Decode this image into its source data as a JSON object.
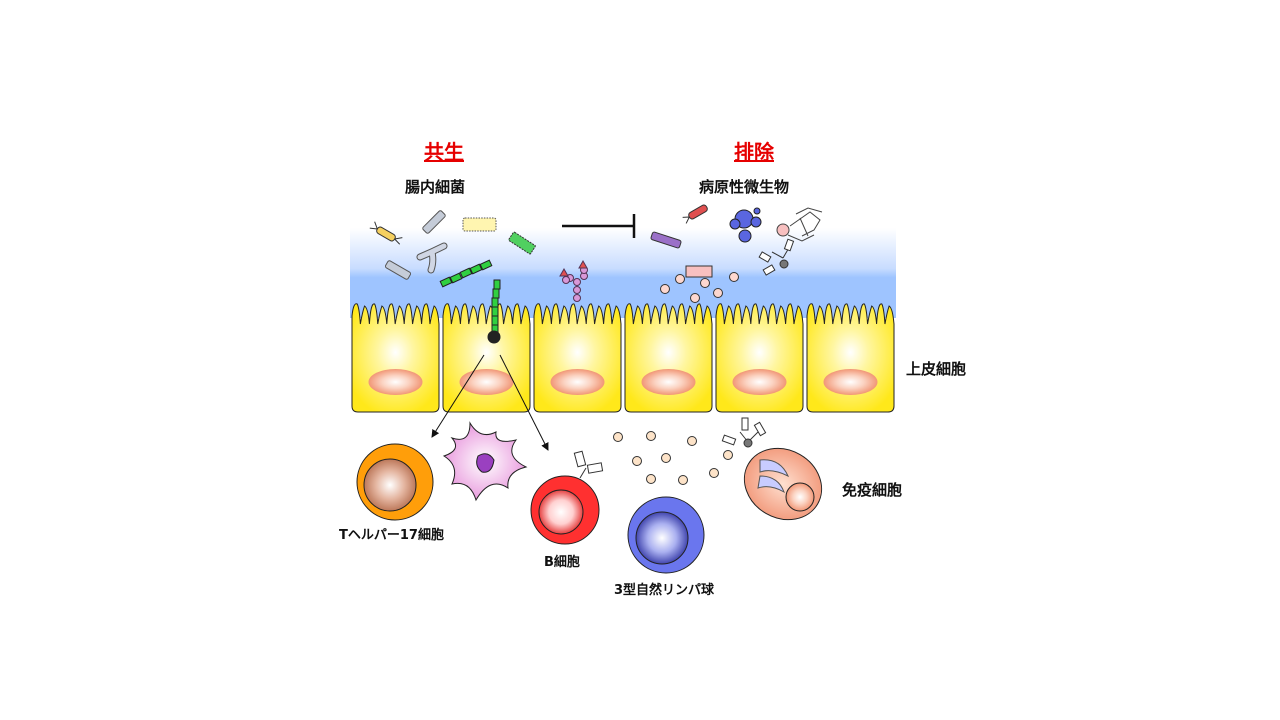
{
  "headings": {
    "symbiosis": "共生",
    "exclusion": "排除"
  },
  "labels": {
    "commensal_bacteria": "腸内細菌",
    "pathogens": "病原性微生物",
    "epithelial_cells": "上皮細胞",
    "immune_cells": "免疫細胞",
    "th17": "Tヘルパー17細胞",
    "b_cell": "B細胞",
    "ilc3": "3型自然リンパ球"
  },
  "colors": {
    "heading": "#e60000",
    "epithelium": "#ffee33",
    "nucleus": "#f08a6a",
    "mucus_light": "#c8dcff",
    "mucus_dark": "#9ec4ff"
  }
}
